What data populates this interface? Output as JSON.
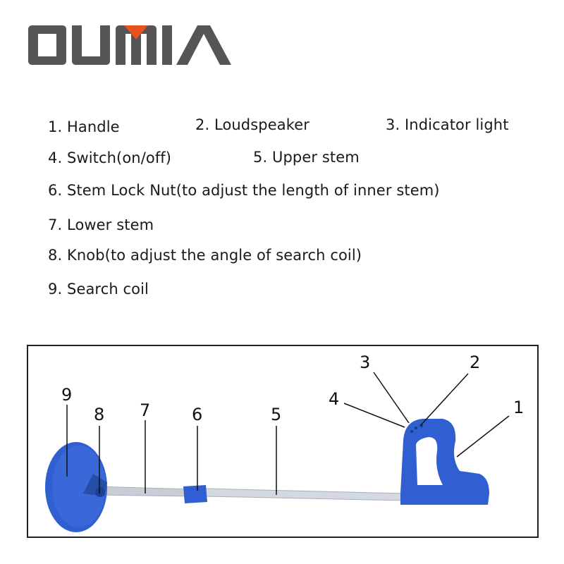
{
  "brand": {
    "logo_text": "OUMIA",
    "primary_color": "#555555",
    "accent_color": "#e8501d"
  },
  "legend": [
    {
      "num": "1",
      "text": "1. Handle"
    },
    {
      "num": "2",
      "text": "2. Loudspeaker"
    },
    {
      "num": "3",
      "text": "3. Indicator light"
    },
    {
      "num": "4",
      "text": "4. Switch(on/off)"
    },
    {
      "num": "5",
      "text": "5. Upper stem"
    },
    {
      "num": "6",
      "text": "6. Stem Lock Nut(to adjust the length of inner stem)"
    },
    {
      "num": "7",
      "text": "7. Lower stem"
    },
    {
      "num": "8",
      "text": "8. Knob(to adjust the angle of search coil)"
    },
    {
      "num": "9",
      "text": "9. Search coil"
    }
  ],
  "diagram": {
    "product_color": "#2f5fd0",
    "stem_color": "#c9ced6",
    "callouts": [
      "1",
      "2",
      "3",
      "4",
      "5",
      "6",
      "7",
      "8",
      "9"
    ]
  }
}
